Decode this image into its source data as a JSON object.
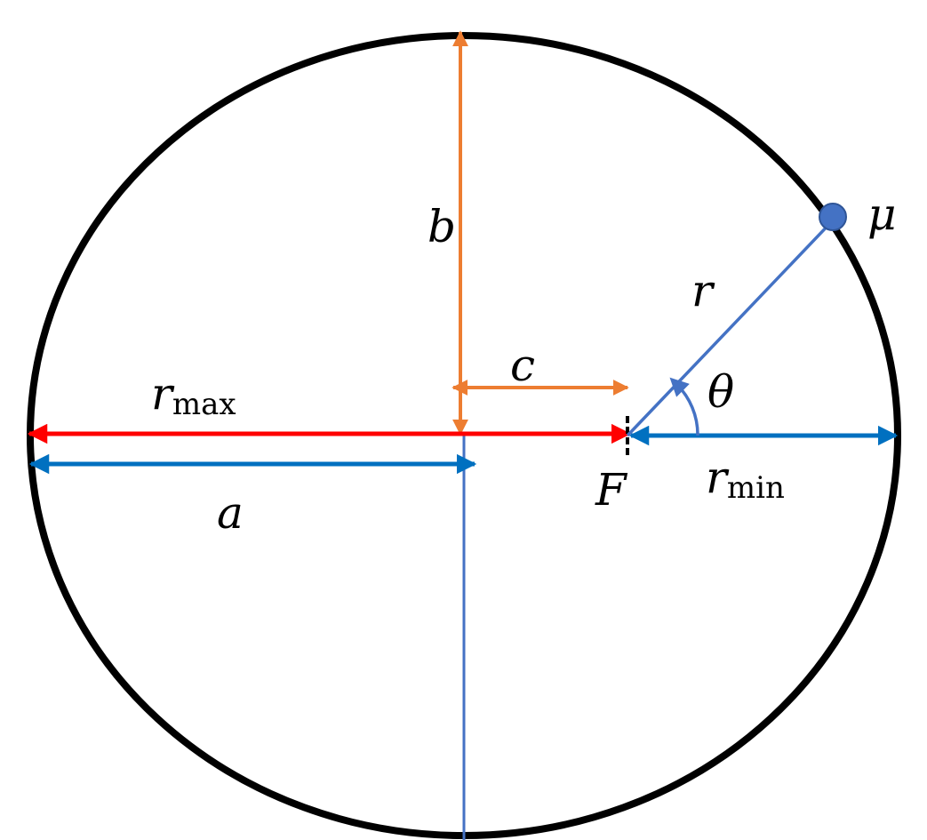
{
  "colors": {
    "ellipse": "#000000",
    "blue": "#0070C0",
    "light_blue": "#4472C4",
    "red": "#FF0000",
    "orange": "#ED7D31"
  },
  "labels": {
    "b": "b",
    "c": "c",
    "r_max_main": "r",
    "r_max_sub": "max",
    "a": "a",
    "F": "F",
    "r": "r",
    "theta": "θ",
    "mu": "μ",
    "r_min_main": "r",
    "r_min_sub": "min"
  }
}
